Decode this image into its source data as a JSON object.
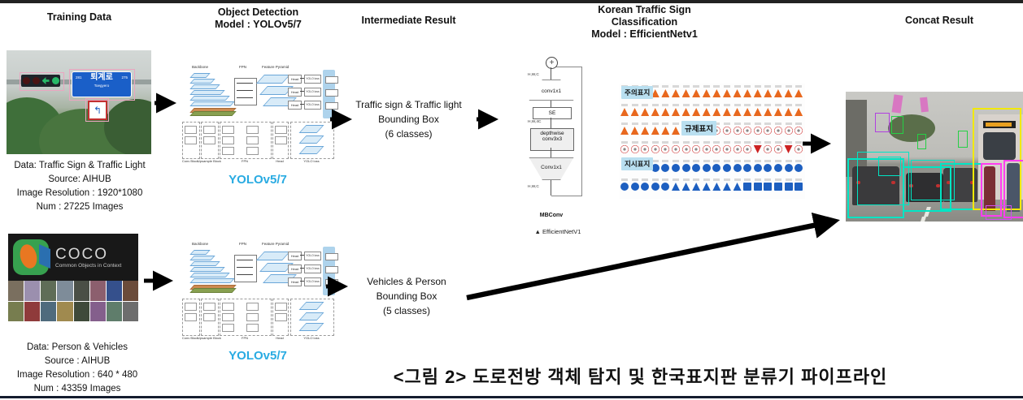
{
  "figure_caption": "<그림 2> 도로전방 객체 탐지 및 한국표지판 분류기 파이프라인",
  "colors": {
    "yolo_label_blue": "#29ABE2",
    "sign_chip_bg": "#b9dff0",
    "bbox_cyan": "#00e5c4",
    "bbox_magenta": "#ff3df0",
    "bbox_yellow": "#f2e900",
    "bbox_green": "#25d045",
    "bbox_purple": "#b040e0",
    "bbox_pink": "#eaa6c0"
  },
  "headers": {
    "col1": "Training Data",
    "col2_line1": "Object Detection",
    "col2_line2": "Model : YOLOv5/7",
    "col3": "Intermediate Result",
    "col4_line1": "Korean Traffic Sign",
    "col4_line2": "Classification",
    "col4_line3": "Model : EfficientNetv1",
    "col5": "Concat Result"
  },
  "training": {
    "dataset1": {
      "caption": [
        "Data: Traffic Sign & Traffic Light",
        "Source: AIHUB",
        "Image Resolution : 1920*1080",
        "Num : 27225 Images"
      ],
      "road_sign": {
        "name": "퇴계로",
        "roman": "Toegyero",
        "left_num": "281",
        "right_num": "275"
      }
    },
    "dataset2": {
      "caption": [
        "Data: Person & Vehicles",
        "Source : AIHUB",
        "Image Resolution : 640 * 480",
        "Num : 43359 Images"
      ],
      "coco": {
        "title": "COCO",
        "subtitle": "Common Objects in Context",
        "thumb_colors": [
          "#7a6f5f",
          "#9b8fae",
          "#5f6d57",
          "#7e8c99",
          "#4a4f46",
          "#8c5f6e",
          "#35508c",
          "#6b4b3a",
          "#777d4f",
          "#8f3b3b",
          "#4f6b7d",
          "#a08a4f",
          "#3f4a3a",
          "#845f8c",
          "#5f7d6b",
          "#6d6d6d"
        ]
      }
    }
  },
  "yolo": {
    "label": "YOLOv5/7",
    "parts": {
      "backbone": "Backbone",
      "neck": "FPN",
      "feature_pyramid": "Feature Pyramid",
      "head": "Head",
      "loss": "YOLO loss",
      "conv_block": "Conv Block",
      "upsample_block": "Upsample Block",
      "fpn_detail": "FPN",
      "head_detail": "Head",
      "loss_detail": "YOLO loss"
    }
  },
  "intermediate": {
    "result1": [
      "Traffic sign & Traffic light",
      "Bounding Box",
      "(6 classes)"
    ],
    "result2": [
      "Vehicles & Person",
      "Bounding Box",
      "(5 classes)"
    ]
  },
  "efficientnet": {
    "dim_top": "H,W,C",
    "conv_top": "conv1x1",
    "se": "SE",
    "dim_mid": "H,W,4C",
    "dw_line1": "depthwise",
    "dw_line2": "conv3x3",
    "conv_bottom": "Conv1x1",
    "dim_bottom": "H,W,C",
    "block_label": "MBConv",
    "caption": "▲ EfficientNetV1"
  },
  "sign_chart": {
    "label_warning": "주의표지",
    "label_regulatory": "규제표지",
    "label_mandatory": "지시표지",
    "rows": [
      "xxxwwwwwwwwwwwwwww",
      "wwwwwwwwwwwwwwwwww",
      "wwwwwwxxxrrrrrrrrr",
      "rrrrrrrrrrrrryrryr",
      "xxxbbbbbbbbbbbbbbb",
      "bbbbbtttttttqqqqqq"
    ]
  }
}
